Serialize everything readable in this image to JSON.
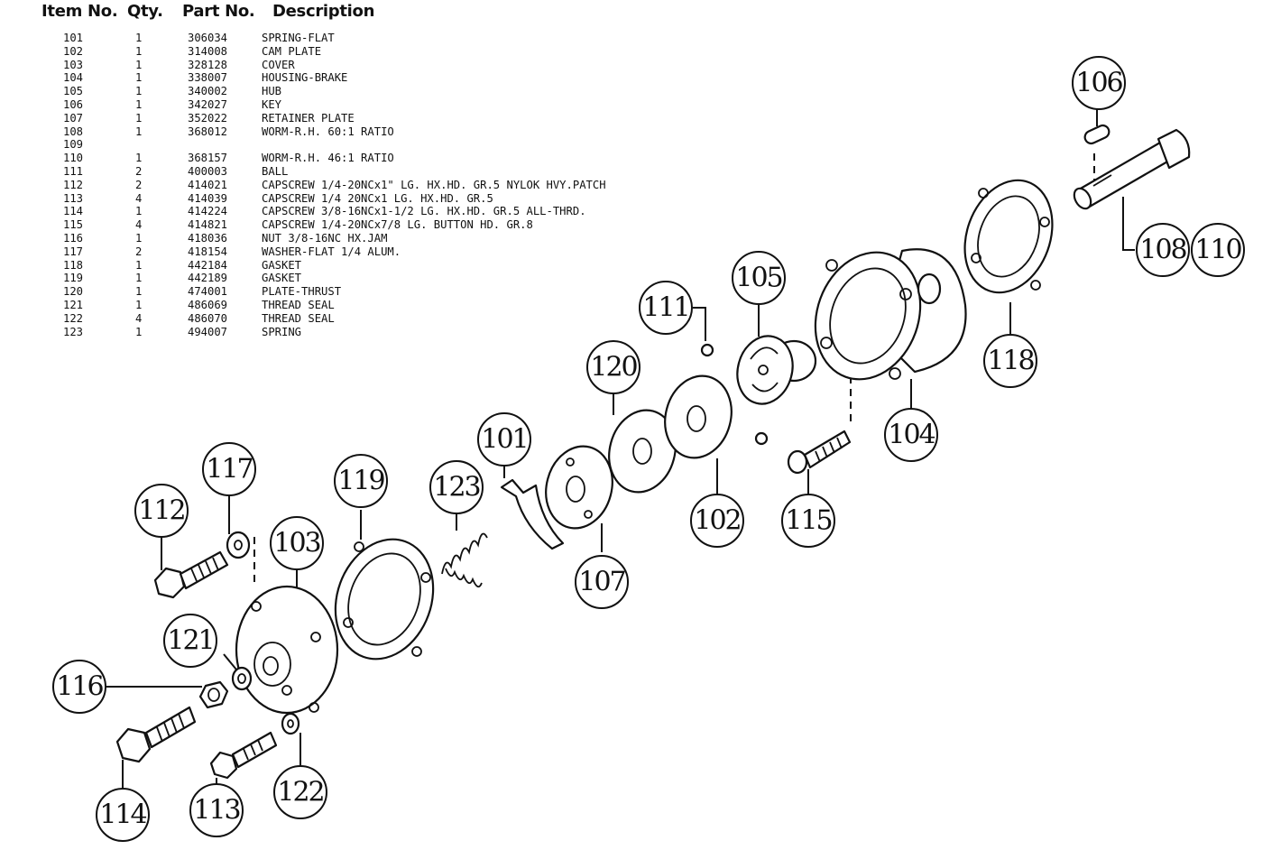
{
  "header": {
    "item_no": "Item No.",
    "qty": "Qty.",
    "part_no": "Part No.",
    "description": "Description"
  },
  "parts": [
    {
      "item": "101",
      "qty": "1",
      "part": "306034",
      "desc": "SPRING-FLAT"
    },
    {
      "item": "102",
      "qty": "1",
      "part": "314008",
      "desc": "CAM PLATE"
    },
    {
      "item": "103",
      "qty": "1",
      "part": "328128",
      "desc": "COVER"
    },
    {
      "item": "104",
      "qty": "1",
      "part": "338007",
      "desc": "HOUSING-BRAKE"
    },
    {
      "item": "105",
      "qty": "1",
      "part": "340002",
      "desc": "HUB"
    },
    {
      "item": "106",
      "qty": "1",
      "part": "342027",
      "desc": "KEY"
    },
    {
      "item": "107",
      "qty": "1",
      "part": "352022",
      "desc": "RETAINER PLATE"
    },
    {
      "item": "108",
      "qty": "1",
      "part": "368012",
      "desc": "WORM-R.H. 60:1 RATIO"
    },
    {
      "item": "109",
      "qty": "",
      "part": "",
      "desc": ""
    },
    {
      "item": "110",
      "qty": "1",
      "part": "368157",
      "desc": "WORM-R.H. 46:1 RATIO"
    },
    {
      "item": "111",
      "qty": "2",
      "part": "400003",
      "desc": "BALL"
    },
    {
      "item": "112",
      "qty": "2",
      "part": "414021",
      "desc": "CAPSCREW 1/4-20NCx1\" LG. HX.HD. GR.5 NYLOK HVY.PATCH"
    },
    {
      "item": "113",
      "qty": "4",
      "part": "414039",
      "desc": "CAPSCREW 1/4 20NCx1 LG. HX.HD. GR.5"
    },
    {
      "item": "114",
      "qty": "1",
      "part": "414224",
      "desc": "CAPSCREW 3/8-16NCx1-1/2 LG. HX.HD. GR.5 ALL-THRD."
    },
    {
      "item": "115",
      "qty": "4",
      "part": "414821",
      "desc": "CAPSCREW 1/4-20NCx7/8 LG. BUTTON HD. GR.8"
    },
    {
      "item": "116",
      "qty": "1",
      "part": "418036",
      "desc": "NUT 3/8-16NC HX.JAM"
    },
    {
      "item": "117",
      "qty": "2",
      "part": "418154",
      "desc": "WASHER-FLAT 1/4 ALUM."
    },
    {
      "item": "118",
      "qty": "1",
      "part": "442184",
      "desc": "GASKET"
    },
    {
      "item": "119",
      "qty": "1",
      "part": "442189",
      "desc": "GASKET"
    },
    {
      "item": "120",
      "qty": "1",
      "part": "474001",
      "desc": "PLATE-THRUST"
    },
    {
      "item": "121",
      "qty": "1",
      "part": "486069",
      "desc": "THREAD SEAL"
    },
    {
      "item": "122",
      "qty": "4",
      "part": "486070",
      "desc": "THREAD SEAL"
    },
    {
      "item": "123",
      "qty": "1",
      "part": "494007",
      "desc": "SPRING"
    }
  ],
  "callouts": {
    "c101": "101",
    "c102": "102",
    "c103": "103",
    "c104": "104",
    "c105": "105",
    "c106": "106",
    "c107": "107",
    "c108": "108",
    "c110": "110",
    "c111": "111",
    "c112": "112",
    "c113": "113",
    "c114": "114",
    "c115": "115",
    "c116": "116",
    "c117": "117",
    "c118": "118",
    "c119": "119",
    "c120": "120",
    "c121": "121",
    "c122": "122",
    "c123": "123"
  }
}
